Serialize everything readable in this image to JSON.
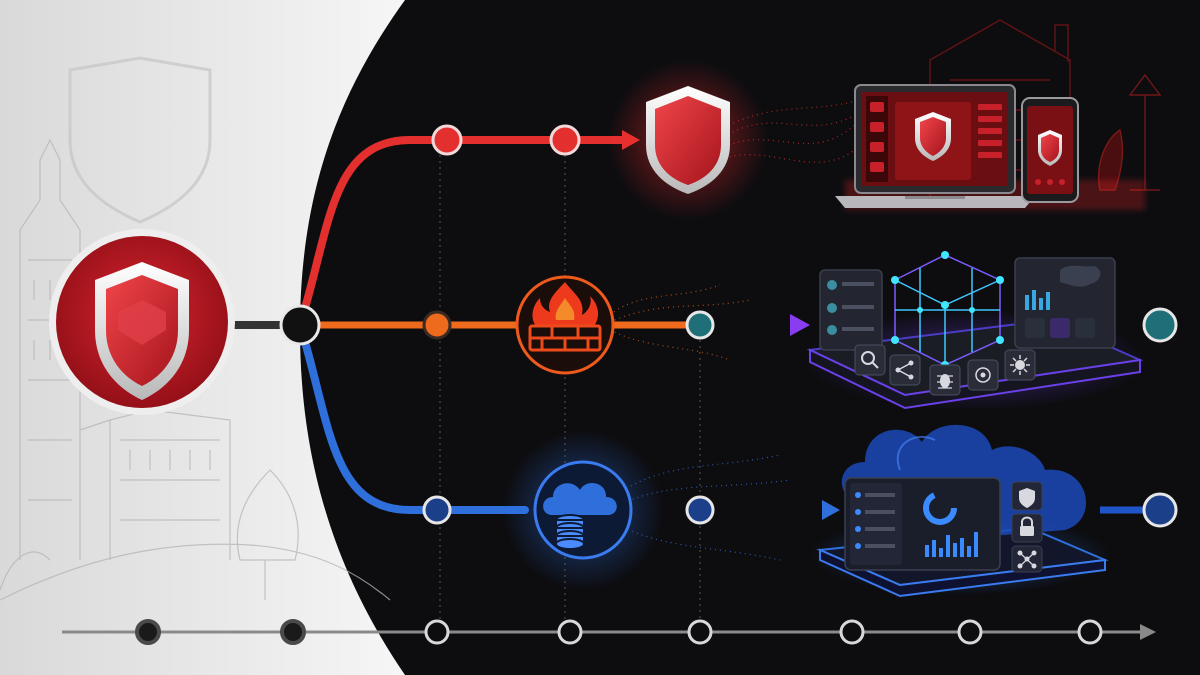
{
  "palette": {
    "background_dark": "#0d0d10",
    "background_light": "#ececec",
    "brand_red": "#c8202a",
    "path_red": "#e3302f",
    "path_orange": "#ee6a1c",
    "path_blue": "#2f6fdc",
    "path_teal": "#1f6f78",
    "path_purple": "#8a3cf0",
    "timeline_gray": "#8a8a8a"
  },
  "hub": {
    "icon": "shield-icon"
  },
  "branches": [
    {
      "id": "red",
      "color": "#e3302f",
      "waypoint_count": 2,
      "icon": "shield-icon",
      "destination": "laptop-and-phone-protection-illustration",
      "backdrop": "house-icon"
    },
    {
      "id": "orange",
      "color": "#ee6a1c",
      "waypoint_count": 2,
      "icon": "firewall-icon",
      "destination": "network-dashboard-illustration",
      "end_node": true
    },
    {
      "id": "blue",
      "color": "#2f6fdc",
      "waypoint_count": 2,
      "icon": "cloud-database-icon",
      "destination": "cloud-dashboard-illustration",
      "end_node": true
    }
  ],
  "timeline": {
    "node_count": 8,
    "filled_nodes": 2
  },
  "backdrop_left": "university-building-sketch"
}
